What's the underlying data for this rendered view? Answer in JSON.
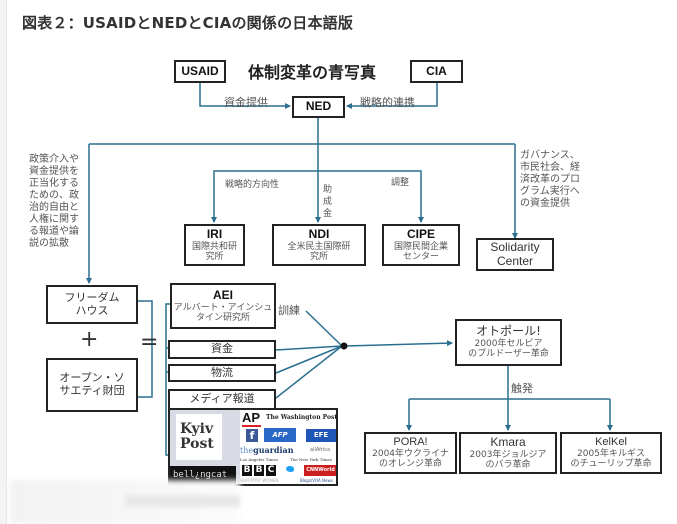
{
  "heading": "図表２：USAIDとNEDとCIAの関係の日本語版",
  "diagram": {
    "title": "体制変革の青写真",
    "nodes": {
      "usaid": {
        "label": "USAID"
      },
      "cia": {
        "label": "CIA"
      },
      "ned": {
        "label": "NED"
      },
      "iri": {
        "label": "IRI",
        "sub": "国際共和研究所"
      },
      "ndi": {
        "label": "NDI",
        "sub": "全米民主国際研究所"
      },
      "cipe": {
        "label": "CIPE",
        "sub": "国際民間企業センター"
      },
      "solidarity": {
        "label": "Solidarity Center"
      },
      "freedom_house": {
        "label": "フリーダム ハウス"
      },
      "open_society": {
        "label": "オープン・ソサエティ財団"
      },
      "aei": {
        "label": "AEI",
        "sub": "アルバート・アインシュタイン研究所"
      },
      "funds": {
        "label": "資金"
      },
      "logistics": {
        "label": "物流"
      },
      "media": {
        "label": "メディア報道"
      },
      "otpor": {
        "label": "オトポール!",
        "sub1": "2000年セルビア",
        "sub2": "のブルドーザー革命"
      },
      "pora": {
        "label": "PORA!",
        "sub1": "2004年ウクライナ",
        "sub2": "のオレンジ革命"
      },
      "kmara": {
        "label": "Kmara",
        "sub1": "2003年ジョルジア",
        "sub2": "のバラ革命"
      },
      "kelkel": {
        "label": "KelKel",
        "sub1": "2005年キルギス",
        "sub2": "のチューリップ革命"
      }
    },
    "edge_labels": {
      "usaid_ned": "資金提供",
      "cia_ned": "戦略的連携",
      "ned_iri": "戦略的方向性",
      "ned_ndi": "助成金",
      "ned_cipe": "調整",
      "ned_solidarity": "ガバナンス、市民社会、経済改革のプログラム実行への資金提供",
      "ned_freedom": "政策介入や資金提供を正当化するための、政治的自由と人権に関する報道や論説の拡散",
      "aei_hub": "訓練",
      "otpor_children": "触発"
    },
    "operators": {
      "plus": "+",
      "equals": "="
    },
    "media_logos": {
      "kyiv_post": "Kyiv Post",
      "bellingcat": "bell¿ngcat",
      "ap": "AP",
      "washington_post": "The Washington Post",
      "facebook": "f",
      "afp": "AFP",
      "efe": "EFE",
      "guardian_pre": "the",
      "guardian": "guardian",
      "allafrica": "allAfrica",
      "la_times": "Los Angeles Times",
      "ny_times": "The New York Times",
      "bbc": [
        "B",
        "B",
        "C"
      ],
      "twitter": "twitter-bird",
      "cnn": "CNNWorld",
      "huffpost": "HUFFPOST WOMEN",
      "voa": "Blogs/VOA News"
    },
    "colors": {
      "connector": "#2a6f8f",
      "box_border": "#222222"
    }
  }
}
